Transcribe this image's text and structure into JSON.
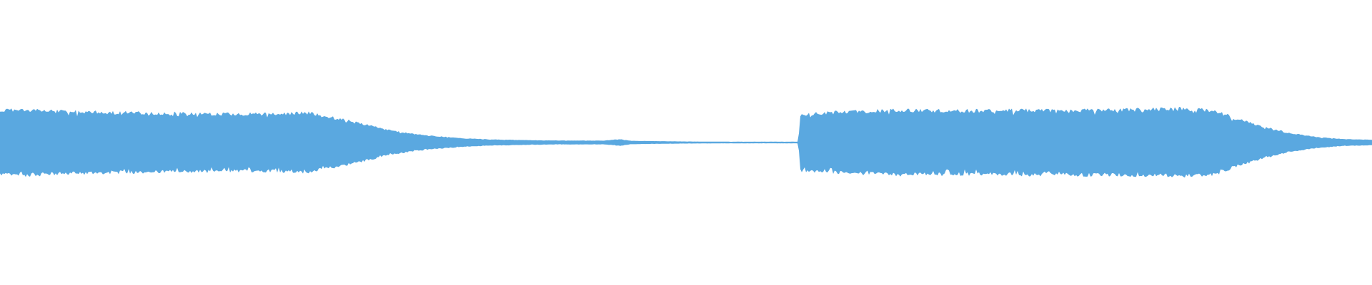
{
  "waveform": {
    "color": "#5aa8e0",
    "background": "#ffffff",
    "envelope": [
      [
        0.0,
        0.47
      ],
      [
        0.01,
        0.49
      ],
      [
        0.05,
        0.46
      ],
      [
        0.1,
        0.44
      ],
      [
        0.15,
        0.43
      ],
      [
        0.2,
        0.42
      ],
      [
        0.222,
        0.45
      ],
      [
        0.24,
        0.38
      ],
      [
        0.26,
        0.3
      ],
      [
        0.28,
        0.2
      ],
      [
        0.3,
        0.13
      ],
      [
        0.32,
        0.09
      ],
      [
        0.34,
        0.06
      ],
      [
        0.36,
        0.045
      ],
      [
        0.4,
        0.03
      ],
      [
        0.44,
        0.028
      ],
      [
        0.452,
        0.05
      ],
      [
        0.46,
        0.025
      ],
      [
        0.5,
        0.015
      ],
      [
        0.54,
        0.012
      ],
      [
        0.582,
        0.012
      ],
      [
        0.583,
        0.42
      ],
      [
        0.6,
        0.44
      ],
      [
        0.65,
        0.48
      ],
      [
        0.7,
        0.47
      ],
      [
        0.75,
        0.48
      ],
      [
        0.8,
        0.48
      ],
      [
        0.86,
        0.5
      ],
      [
        0.885,
        0.48
      ],
      [
        0.9,
        0.36
      ],
      [
        0.92,
        0.24
      ],
      [
        0.94,
        0.14
      ],
      [
        0.96,
        0.08
      ],
      [
        0.98,
        0.05
      ],
      [
        1.0,
        0.04
      ]
    ]
  }
}
